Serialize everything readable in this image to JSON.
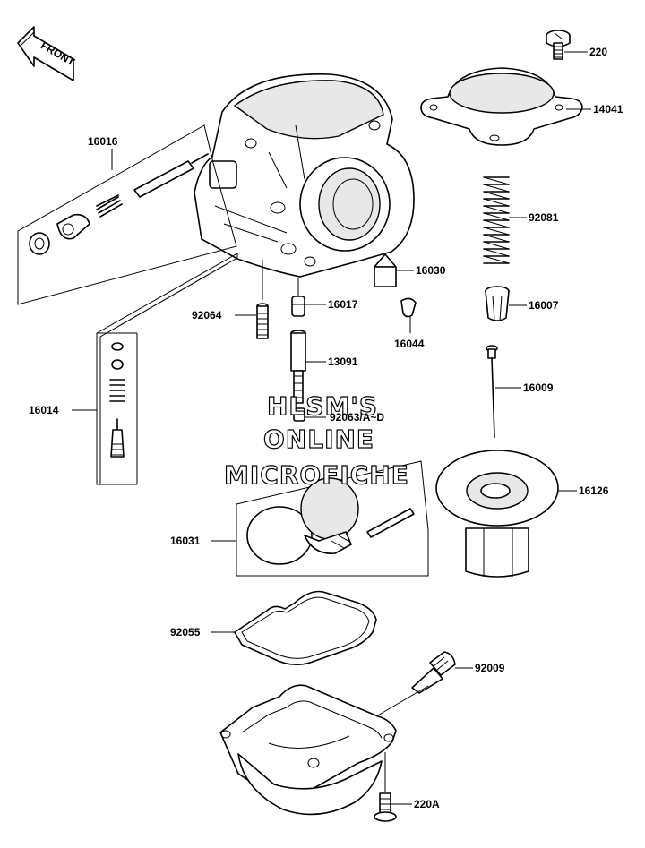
{
  "front_label": "FRONT",
  "watermark": {
    "line1": "HLSM'S",
    "line2": "ONLINE",
    "line3": "MICROFICHE"
  },
  "parts": {
    "p220": "220",
    "p14041": "14041",
    "p16016": "16016",
    "p92081": "92081",
    "p16030": "16030",
    "p92064": "92064",
    "p16017": "16017",
    "p16007": "16007",
    "p16044": "16044",
    "p13091": "13091",
    "p16009": "16009",
    "p16014": "16014",
    "p92063": "92063/A~D",
    "p16126": "16126",
    "p16031": "16031",
    "p92055": "92055",
    "p92009": "92009",
    "p220A": "220A"
  }
}
